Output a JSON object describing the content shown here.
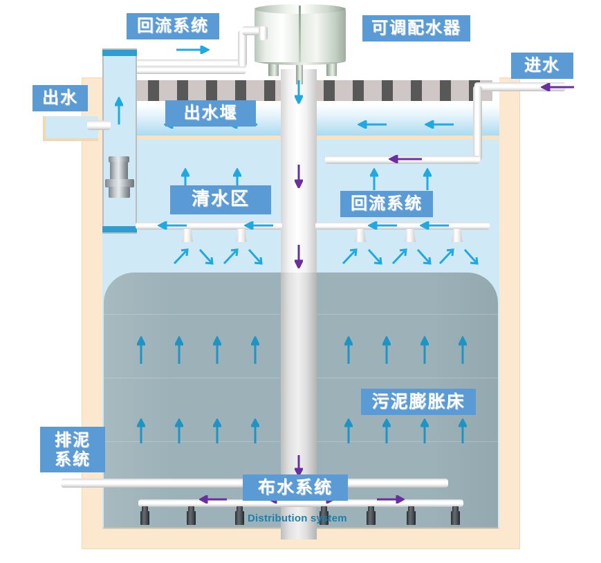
{
  "diagram": {
    "title": "UASB / Expanded Granular Sludge Bed Reactor Schematic",
    "colors": {
      "label_box": "#5b9bd5",
      "label_text": "#ffffff",
      "tank_wall": "#fbe8cf",
      "clear_water": "#cfeaf6",
      "sludge_bed": "#9cb2b8",
      "weir_light": "#cfc7c6",
      "weir_dark": "#585858",
      "cyan_arrow": "#20a9e0",
      "purple_arrow": "#6a2f9e",
      "riser_cap": "#2e9ed1",
      "english_text": "#1f7fa8"
    }
  },
  "labels": {
    "reflux_system_top": "回流系统",
    "adjustable_distributor": "可调配水器",
    "influent": "进水",
    "effluent": "出水",
    "effluent_weir": "出水堰",
    "clear_water_zone": "清水区",
    "reflux_system_mid": "回流系统",
    "sludge_expansion_bed": "污泥膨胀床",
    "sludge_discharge_system": "排泥\n系统",
    "distribution_system_cn": "布水系统",
    "distribution_system_en": "Distribution system"
  }
}
